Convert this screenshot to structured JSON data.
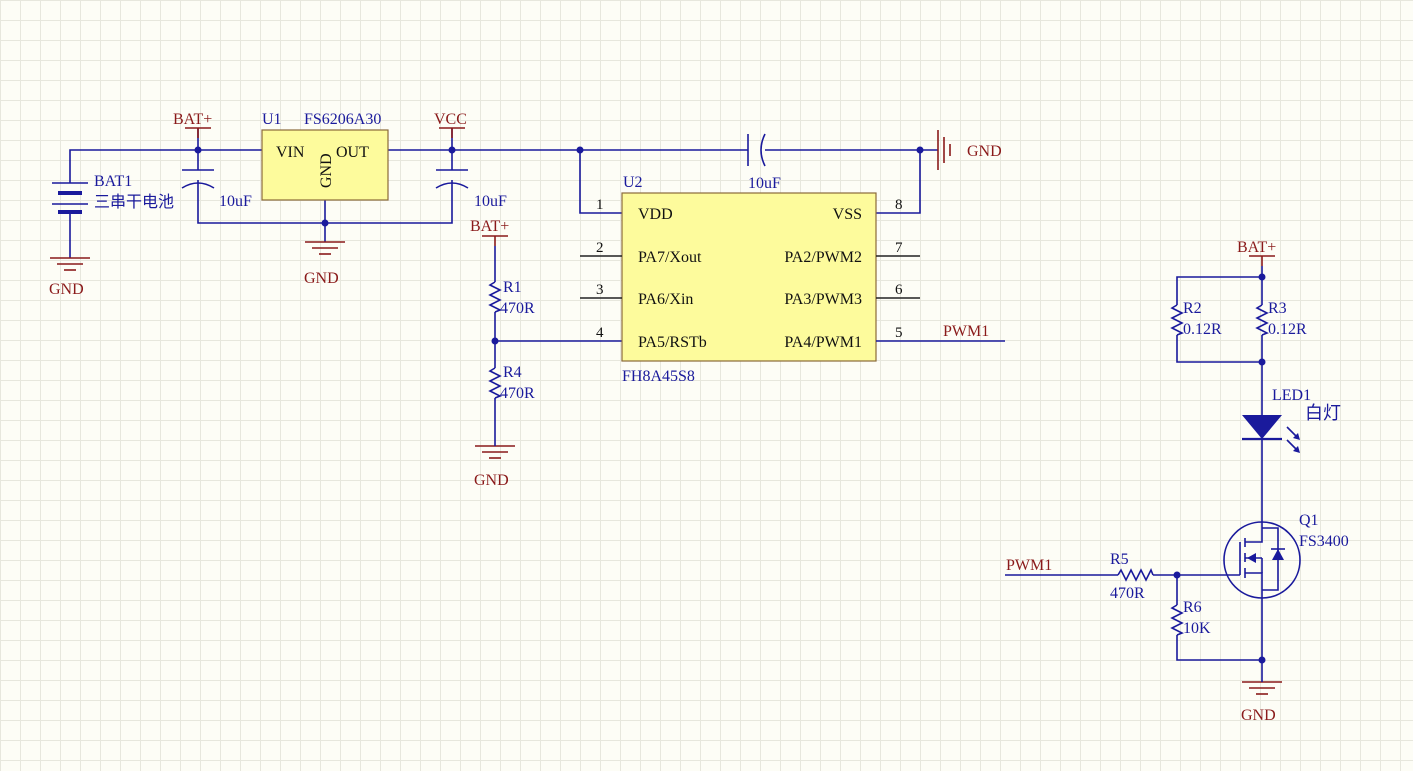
{
  "schematic": {
    "battery": {
      "designator": "BAT1",
      "comment": "三串干电池"
    },
    "u1": {
      "designator": "U1",
      "comment": "FS6206A30",
      "pin_vin": "VIN",
      "pin_gnd": "GND",
      "pin_out": "OUT"
    },
    "c_in": {
      "value": "10uF"
    },
    "c_out": {
      "value": "10uF"
    },
    "c_vdd": {
      "value": "10uF"
    },
    "u2": {
      "designator": "U2",
      "comment": "FH8A45S8",
      "pins_left": [
        {
          "num": "1",
          "name": "VDD"
        },
        {
          "num": "2",
          "name": "PA7/Xout"
        },
        {
          "num": "3",
          "name": "PA6/Xin"
        },
        {
          "num": "4",
          "name": "PA5/RSTb"
        }
      ],
      "pins_right": [
        {
          "num": "8",
          "name": "VSS"
        },
        {
          "num": "7",
          "name": "PA2/PWM2"
        },
        {
          "num": "6",
          "name": "PA3/PWM3"
        },
        {
          "num": "5",
          "name": "PA4/PWM1"
        }
      ]
    },
    "r1": {
      "designator": "R1",
      "value": "470R"
    },
    "r4": {
      "designator": "R4",
      "value": "470R"
    },
    "r2": {
      "designator": "R2",
      "value": "0.12R"
    },
    "r3": {
      "designator": "R3",
      "value": "0.12R"
    },
    "r5": {
      "designator": "R5",
      "value": "470R"
    },
    "r6": {
      "designator": "R6",
      "value": "10K"
    },
    "led": {
      "designator": "LED1",
      "comment": "白灯"
    },
    "q1": {
      "designator": "Q1",
      "comment": "FS3400"
    },
    "nets": {
      "bat_plus": "BAT+",
      "vcc": "VCC",
      "gnd": "GND",
      "pwm1": "PWM1"
    },
    "colors": {
      "wire": "#1a1a9c",
      "net_label": "#8a1a1a",
      "chip_fill": "#fdfb9c",
      "grid_bg": "#fdfdf6"
    }
  }
}
